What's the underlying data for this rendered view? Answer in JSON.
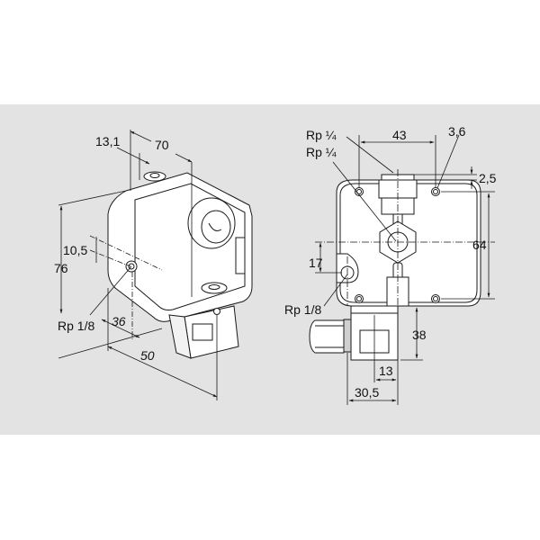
{
  "colors": {
    "background": "#ffffff",
    "panel": "#e3e3e3",
    "line": "#1a1a1a",
    "body_fill": "#ffffff"
  },
  "left_view": {
    "name": "isometric view",
    "dimensions": {
      "d13_1": "13,1",
      "d70": "70",
      "d10_5": "10,5",
      "d76": "76",
      "d36": "36",
      "d50": "50",
      "port": "Rp 1/8"
    }
  },
  "right_view": {
    "name": "front view",
    "dimensions": {
      "port_top_1": "Rp ¼",
      "port_top_2": "Rp ¼",
      "d43": "43",
      "d3_6": "3,6",
      "d2_5": "2,5",
      "d64": "64",
      "d17": "17",
      "port_side": "Rp 1/8",
      "d38": "38",
      "d13": "13",
      "d30_5": "30,5"
    }
  }
}
